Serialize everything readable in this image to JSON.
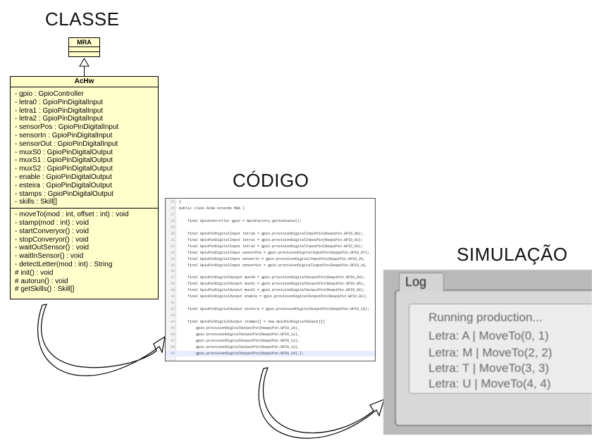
{
  "headings": {
    "classe": "CLASSE",
    "codigo": "CÓDIGO",
    "simulacao": "SIMULAÇÃO"
  },
  "uml": {
    "parent_class": "MRA",
    "class_name": "AcHw",
    "attributes": [
      "- gpio : GpioController",
      "- letra0 : GpioPinDigitalInput",
      "- letra1 : GpioPinDigitalInput",
      "- letra2 : GpioPinDigitalInput",
      "- sensorPos : GpioPinDigitalInput",
      "- sensorIn : GpioPinDigitalInput",
      "- sensorOut : GpioPinDigitalInput",
      "- muxS0 : GpioPinDigitalOutput",
      "- muxS1 : GpioPinDigitalOutput",
      "- muxS2 : GpioPinDigitalOutput",
      "- enable : GpioPinDigitalOutput",
      "- esteira : GpioPinDigitalOutput",
      "- stamps : GpioPinDigitalOutput",
      "- skills : Skill[]"
    ],
    "operations": [
      "- moveTo(mod : int, offset : int) : void",
      "- stamp(mod : int) : void",
      "- startConveryor() : void",
      "- stopConveryor() : void",
      "- waitOutSensor() : void",
      "- waitInSensor() : void",
      "- detectLetter(mod : int) : String",
      "# init() : void",
      "# autorun() : void",
      "# getSkills() : Skill[]"
    ]
  },
  "code": {
    "lines": [
      {
        "n": "25",
        "t": "}"
      },
      {
        "n": "26",
        "t": "public class AcHw extends MRA {"
      },
      {
        "n": "27",
        "t": ""
      },
      {
        "n": "28",
        "t": "    final GpioController gpio = GpioFactory.getInstance();"
      },
      {
        "n": "29",
        "t": ""
      },
      {
        "n": "30",
        "t": "    final GpioPinDigitalInput letra0 = gpio.provisionDigitalInputPin(RaspiPin.GPIO_00);"
      },
      {
        "n": "31",
        "t": "    final GpioPinDigitalInput letra1 = gpio.provisionDigitalInputPin(RaspiPin.GPIO_02);"
      },
      {
        "n": "32",
        "t": "    final GpioPinDigitalInput letra2 = gpio.provisionDigitalInputPin(RaspiPin.GPIO_03);"
      },
      {
        "n": "33",
        "t": "    final GpioPinDigitalInput sensorPos = gpio.provisionDigitalInputPin(RaspiPin.GPIO_07);"
      },
      {
        "n": "34",
        "t": "    final GpioPinDigitalInput sensorIn = gpio.provisionDigitalInputPin(RaspiPin.GPIO_20,"
      },
      {
        "n": "35",
        "t": "    final GpioPinDigitalInput sensorOut = gpio.provisionDigitalInputPin(RaspiPin.GPIO_19,"
      },
      {
        "n": "36",
        "t": ""
      },
      {
        "n": "37",
        "t": "    final GpioPinDigitalOutput muxS0 = gpio.provisionDigitalOutputPin(RaspiPin.GPIO_04);"
      },
      {
        "n": "38",
        "t": "    final GpioPinDigitalOutput muxS1 = gpio.provisionDigitalOutputPin(RaspiPin.GPIO_05);"
      },
      {
        "n": "39",
        "t": "    final GpioPinDigitalOutput muxS2 = gpio.provisionDigitalOutputPin(RaspiPin.GPIO_06);"
      },
      {
        "n": "40",
        "t": "    final GpioPinDigitalOutput enable = gpio.provisionDigitalOutputPin(RaspiPin.GPIO_01);"
      },
      {
        "n": "41",
        "t": ""
      },
      {
        "n": "42",
        "t": "    final GpioPinDigitalOutput esteira = gpio.provisionDigitalOutputPin(RaspiPin.GPIO_16);"
      },
      {
        "n": "43",
        "t": ""
      },
      {
        "n": "44",
        "t": "    final GpioPinDigitalOutput stamps[] = new GpioPinDigitalOutput[]{"
      },
      {
        "n": "45",
        "t": "        gpio.provisionDigitalOutputPin(RaspiPin.GPIO_10),"
      },
      {
        "n": "46",
        "t": "        gpio.provisionDigitalOutputPin(RaspiPin.GPIO_11),"
      },
      {
        "n": "47",
        "t": "        gpio.provisionDigitalOutputPin(RaspiPin.GPIO_12),"
      },
      {
        "n": "48",
        "t": "        gpio.provisionDigitalOutputPin(RaspiPin.GPIO_13),"
      },
      {
        "n": "49",
        "t": "        gpio.provisionDigitalOutputPin(RaspiPin.GPIO_14),};"
      }
    ]
  },
  "simulation": {
    "tab_label": "Log",
    "lines": [
      "Running production...",
      "Letra: A | MoveTo(0, 1)",
      "Letra: M | MoveTo(2, 2)",
      "Letra: T | MoveTo(3, 3)",
      "Letra: U | MoveTo(4, 4)"
    ]
  },
  "colors": {
    "uml_fill": "#ffffcc",
    "keyword": "#7f0055",
    "sim_bg": "#b9b9b9"
  }
}
